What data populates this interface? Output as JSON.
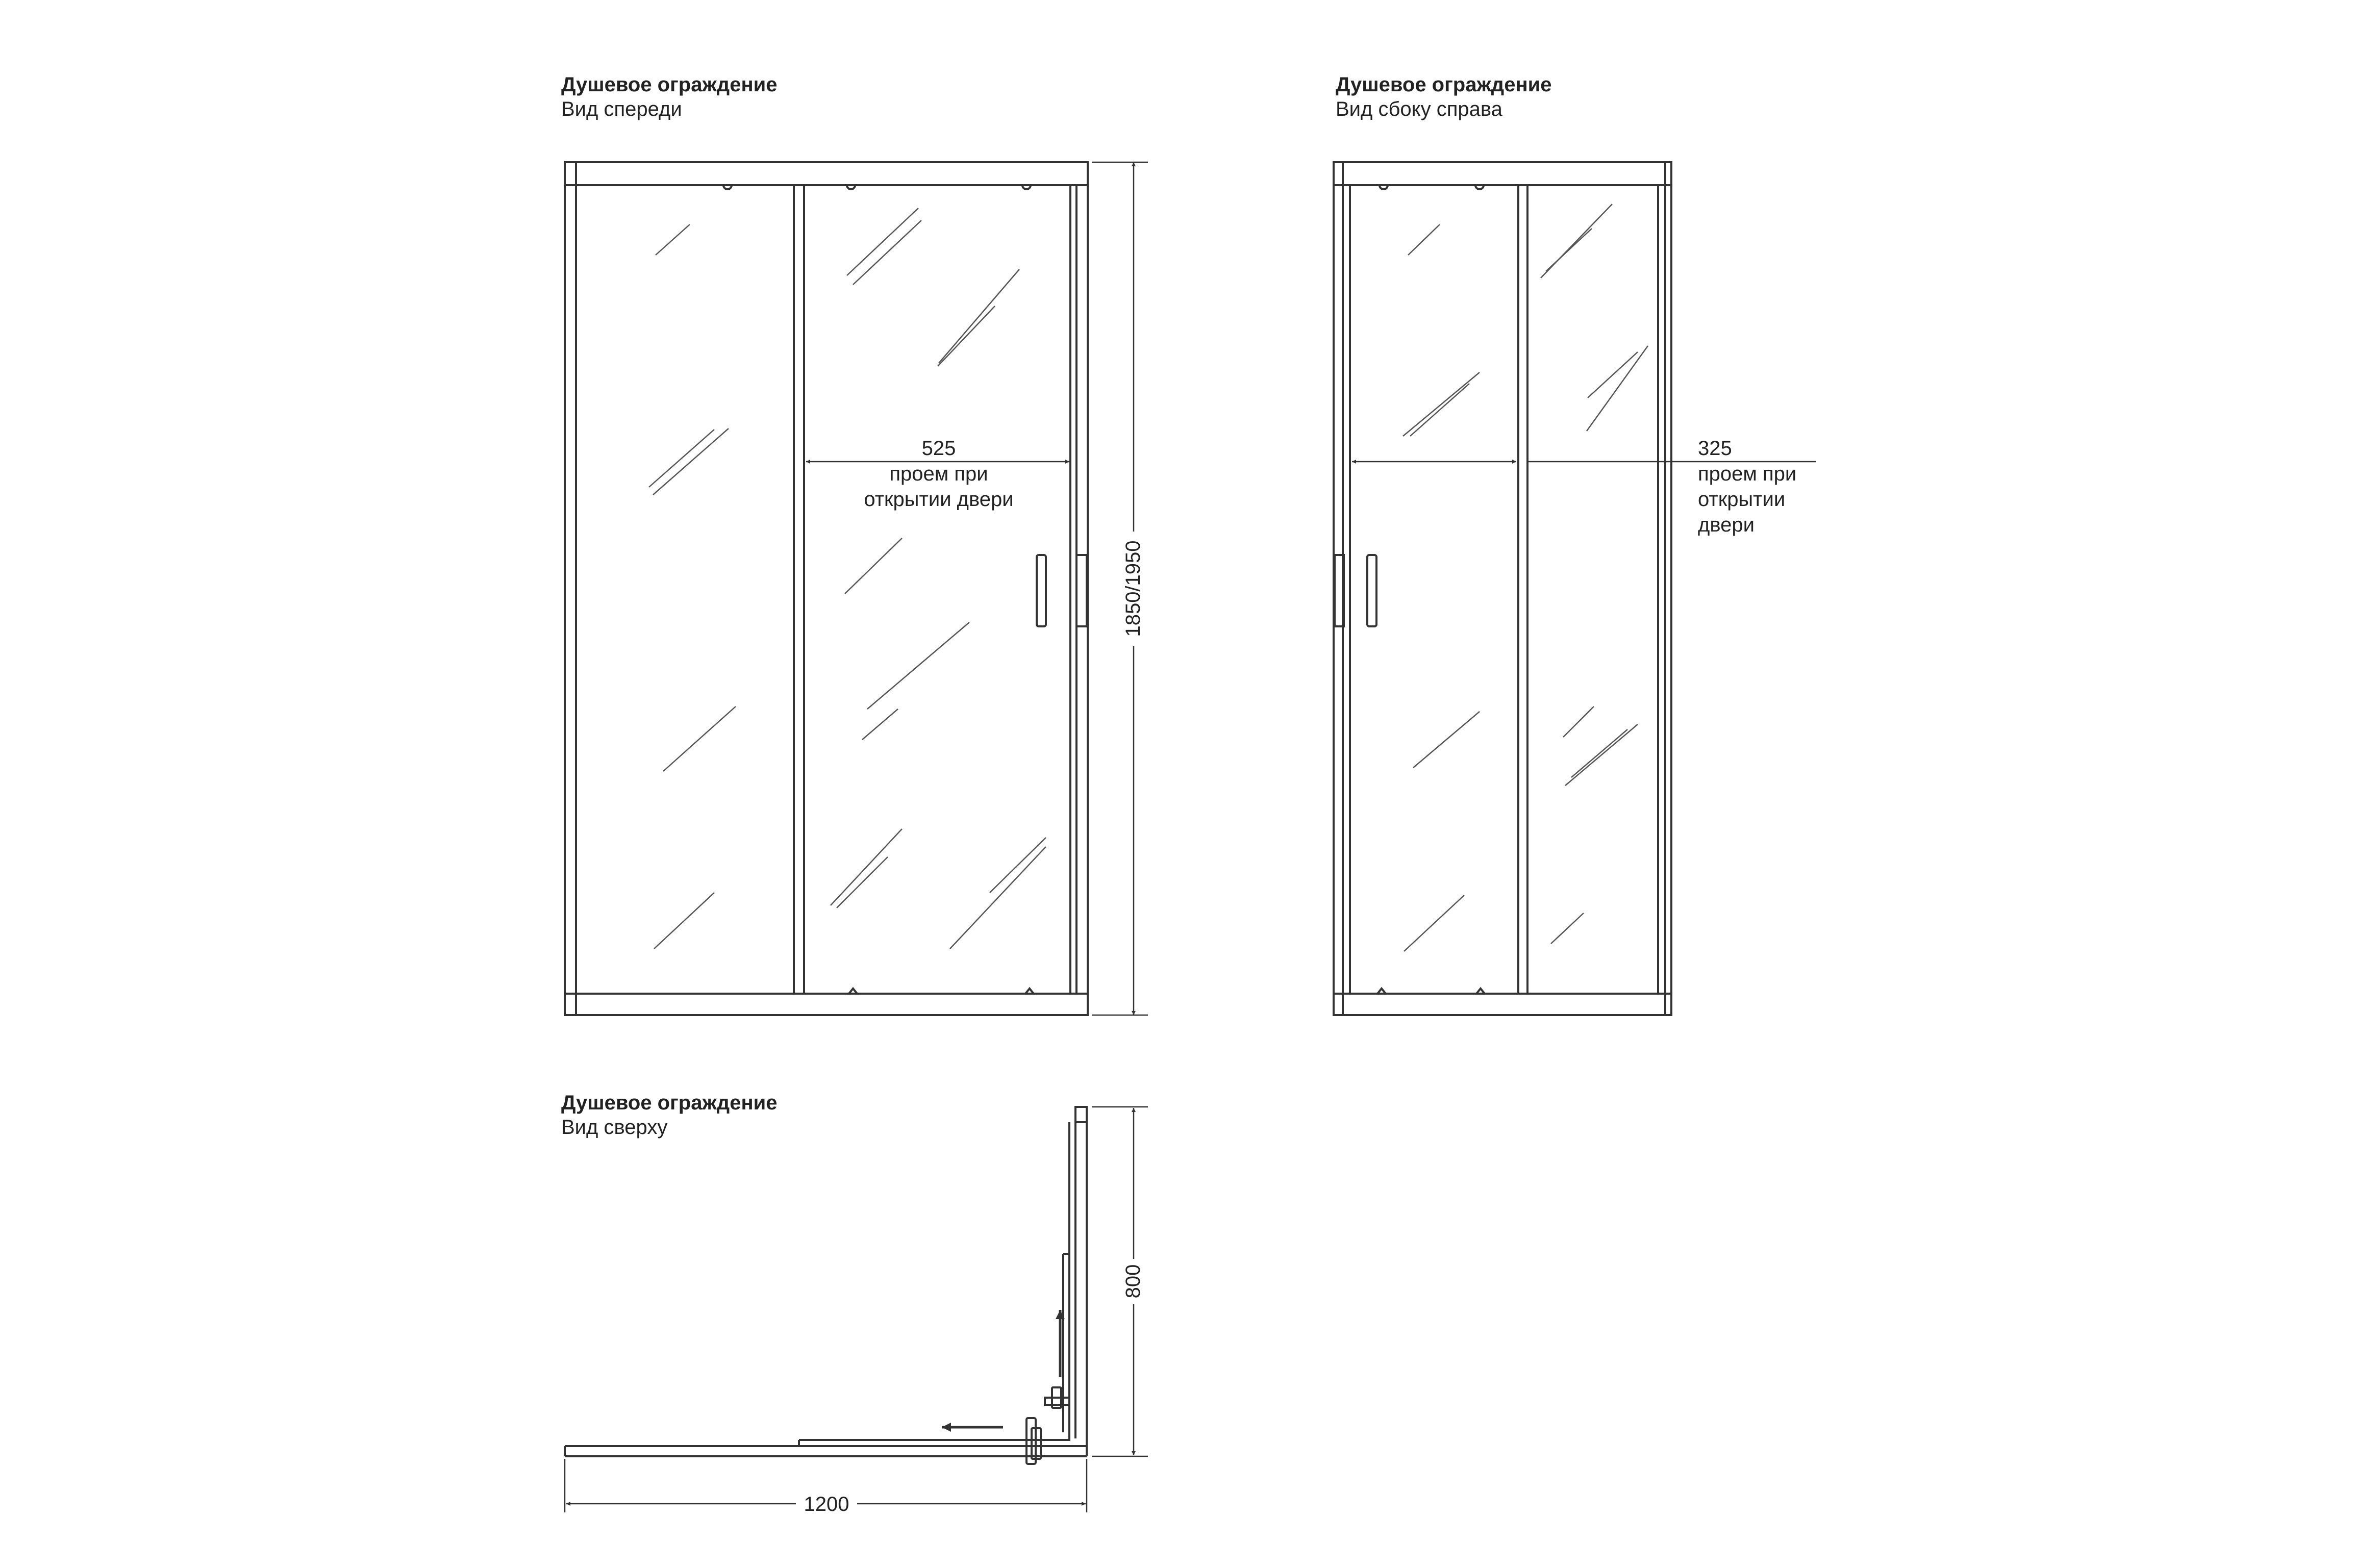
{
  "views": {
    "front": {
      "title": "Душевое ограждение",
      "subtitle": "Вид спереди",
      "opening_value": "525",
      "opening_line1": "проем при",
      "opening_line2": "открытии двери",
      "height_value": "1850/1950"
    },
    "side": {
      "title": "Душевое ограждение",
      "subtitle": "Вид сбоку справа",
      "opening_value": "325",
      "opening_line1": "проем при",
      "opening_line2": "открытии",
      "opening_line3": "двери"
    },
    "top": {
      "title": "Душевое ограждение",
      "subtitle": "Вид сверху",
      "width_value": "1200",
      "depth_value": "800"
    }
  },
  "colors": {
    "line": "#333333",
    "text": "#222222",
    "background": "#ffffff"
  }
}
